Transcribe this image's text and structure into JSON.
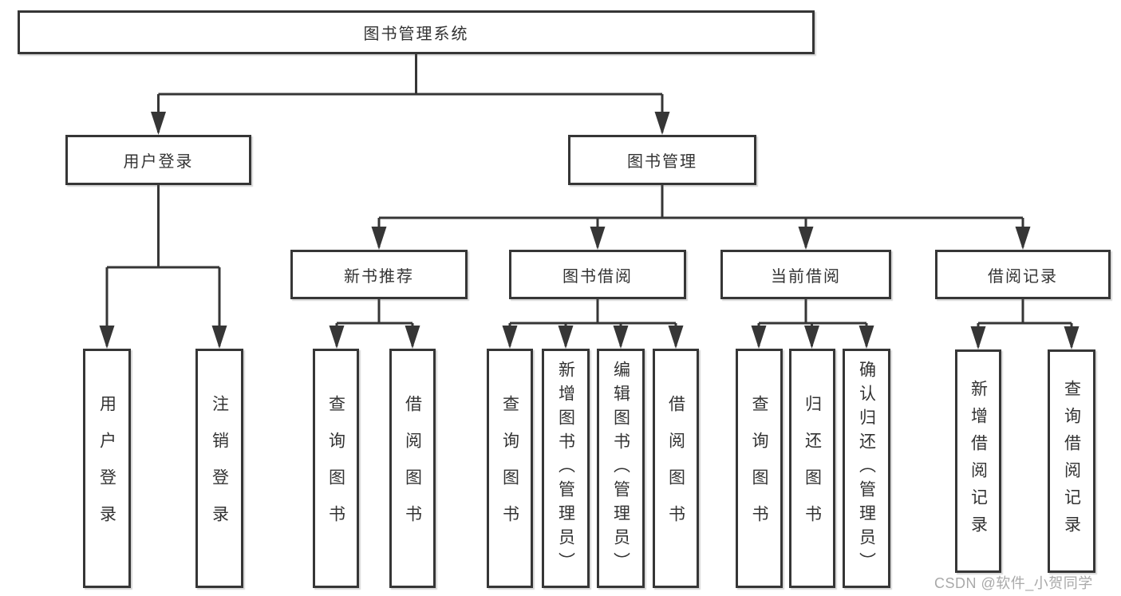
{
  "colors": {
    "background": "#ffffff",
    "line": "#363636",
    "box_border": "#363636",
    "text": "#333333",
    "watermark": "#a9a9a9"
  },
  "tree": {
    "root": {
      "label": "图书管理系统"
    },
    "branches": [
      {
        "label": "用户登录",
        "children": [
          {
            "label": "用户登录"
          },
          {
            "label": "注销登录"
          }
        ]
      },
      {
        "label": "图书管理",
        "children": [
          {
            "label": "新书推荐",
            "children": [
              {
                "label": "查询图书"
              },
              {
                "label": "借阅图书"
              }
            ]
          },
          {
            "label": "图书借阅",
            "children": [
              {
                "label": "查询图书"
              },
              {
                "label": "新增图书（管理员）"
              },
              {
                "label": "编辑图书（管理员）"
              },
              {
                "label": "借阅图书"
              }
            ]
          },
          {
            "label": "当前借阅",
            "children": [
              {
                "label": "查询图书"
              },
              {
                "label": "归还图书"
              },
              {
                "label": "确认归还（管理员）"
              }
            ]
          },
          {
            "label": "借阅记录",
            "children": [
              {
                "label": "新增借阅记录"
              },
              {
                "label": "查询借阅记录"
              }
            ]
          }
        ]
      }
    ]
  },
  "watermark": {
    "text": "CSDN @软件_小贺同学"
  }
}
